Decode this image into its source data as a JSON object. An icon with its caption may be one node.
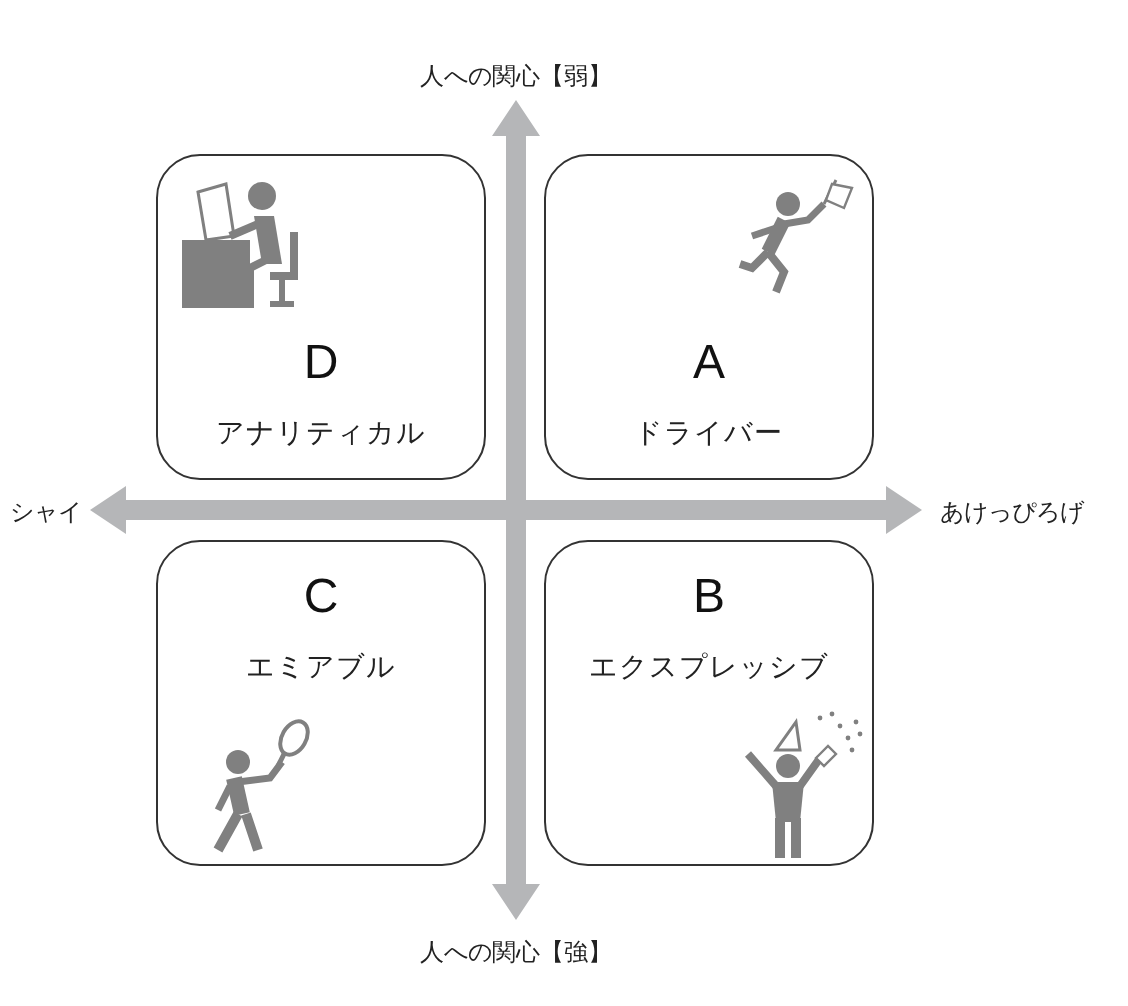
{
  "diagram": {
    "nodes": [
      {
        "text": [
          "D",
          "アナリティカル"
        ]
      },
      {
        "text": [
          "A",
          "ドライバー"
        ]
      },
      {
        "text": [
          "C",
          "エミアブル"
        ]
      },
      {
        "text": [
          "B",
          "エクスプレッシブ"
        ]
      }
    ],
    "labels": [
      "人への関心【弱】",
      "シャイ",
      "あけっぴろげ",
      "人への関心【強】"
    ]
  }
}
